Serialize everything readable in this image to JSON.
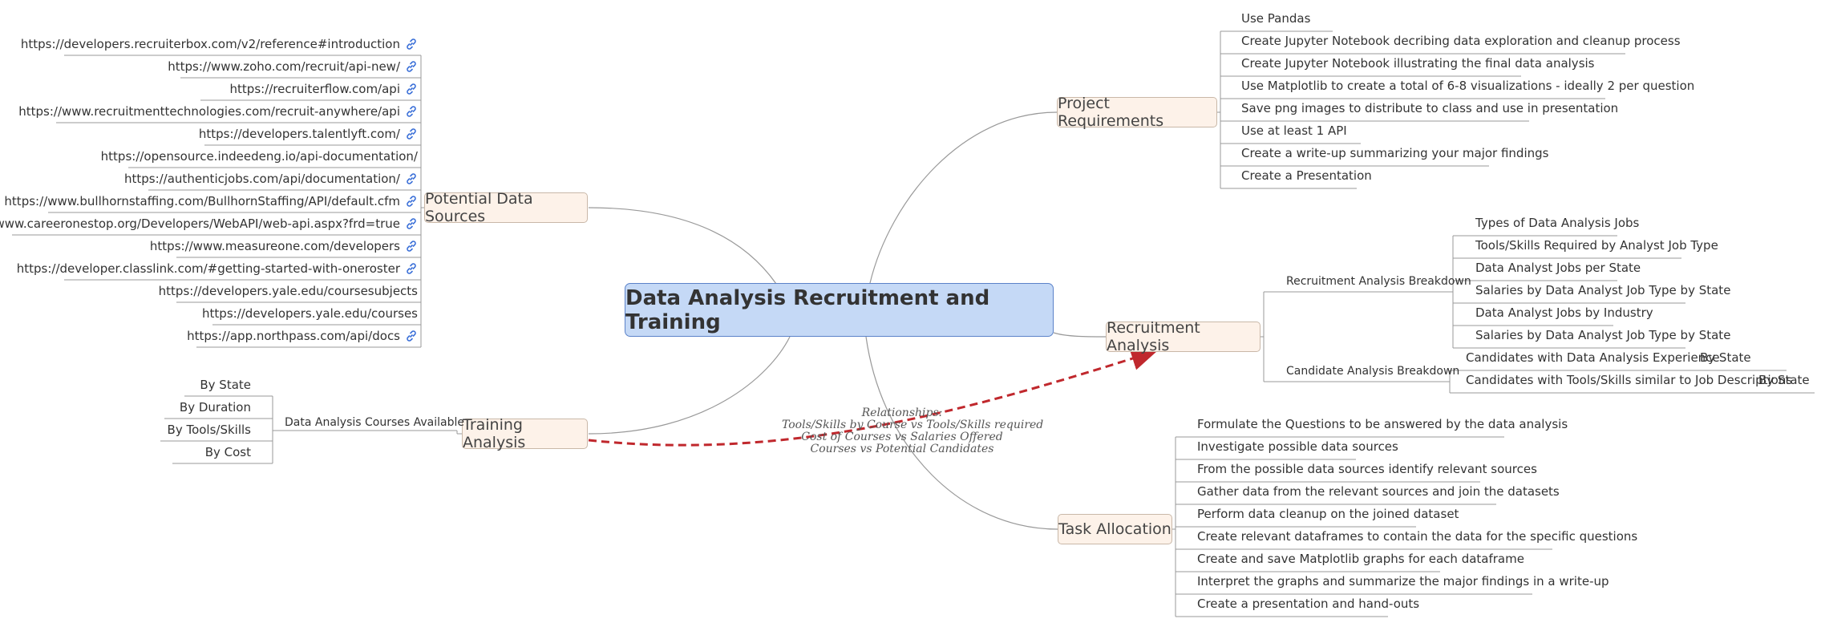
{
  "central": {
    "label": "Data Analysis Recruitment and Training"
  },
  "colors": {
    "central_fill": "#c5d9f6",
    "central_border": "#5b82c9",
    "topic_fill": "#fdf2e9",
    "topic_border": "#c9b8a8",
    "relationship": "#c0282d",
    "link": "#3a6fd8"
  },
  "potential_data_sources": {
    "label": "Potential Data Sources",
    "items": [
      {
        "text": "https://developers.recruiterbox.com/v2/reference#introduction",
        "has_link_icon": true
      },
      {
        "text": "https://www.zoho.com/recruit/api-new/",
        "has_link_icon": true
      },
      {
        "text": "https://recruiterflow.com/api",
        "has_link_icon": true
      },
      {
        "text": "https://www.recruitmenttechnologies.com/recruit-anywhere/api",
        "has_link_icon": true
      },
      {
        "text": "https://developers.talentlyft.com/",
        "has_link_icon": true
      },
      {
        "text": "https://opensource.indeedeng.io/api-documentation/",
        "has_link_icon": false
      },
      {
        "text": "https://authenticjobs.com/api/documentation/",
        "has_link_icon": true
      },
      {
        "text": "https://www.bullhornstaffing.com/BullhornStaffing/API/default.cfm",
        "has_link_icon": true
      },
      {
        "text": "https://www.careeronestop.org/Developers/WebAPI/web-api.aspx?frd=true",
        "has_link_icon": true
      },
      {
        "text": "https://www.measureone.com/developers",
        "has_link_icon": true
      },
      {
        "text": "https://developer.classlink.com/#getting-started-with-oneroster",
        "has_link_icon": true
      },
      {
        "text": "https://developers.yale.edu/coursesubjects",
        "has_link_icon": false
      },
      {
        "text": "https://developers.yale.edu/courses",
        "has_link_icon": false
      },
      {
        "text": "https://app.northpass.com/api/docs",
        "has_link_icon": true
      }
    ]
  },
  "training_analysis": {
    "label": "Training Analysis",
    "sub": "Data Analysis Courses Available",
    "items": [
      "By State",
      "By Duration",
      "By Tools/Skills",
      "By Cost"
    ]
  },
  "project_requirements": {
    "label": "Project Requirements",
    "items": [
      "Use Pandas",
      "Create Jupyter Notebook decribing data exploration and cleanup process",
      "Create Jupyter Notebook illustrating the final data analysis",
      "Use Matplotlib to create a total of 6-8 visualizations - ideally 2 per question",
      "Save png images to distribute to class and use in presentation",
      "Use at least 1 API",
      "Create a write-up summarizing your major findings",
      "Create a Presentation"
    ]
  },
  "recruitment_analysis": {
    "label": "Recruitment Analysis",
    "recruitment_breakdown": {
      "label": "Recruitment Analysis Breakdown",
      "items": [
        "Types of Data Analysis Jobs",
        "Tools/Skills Required by Analyst Job Type",
        "Data Analyst Jobs per State",
        "Salaries by Data Analyst Job Type by State",
        "Data Analyst Jobs by Industry",
        "Salaries by Data Analyst Job Type by State"
      ]
    },
    "candidate_breakdown": {
      "label": "Candidate Analysis Breakdown",
      "items": [
        {
          "text": "Candidates with Data Analysis Experience",
          "child": "By State"
        },
        {
          "text": "Candidates with Tools/Skills similar to Job Descriptions",
          "child": "By State"
        }
      ]
    }
  },
  "task_allocation": {
    "label": "Task Allocation",
    "items": [
      "Formulate the Questions to be answered by the data analysis",
      "Investigate possible data sources",
      "From the possible data sources identify relevant sources",
      "Gather data from the relevant sources and join the datasets",
      "Perform data cleanup on the joined dataset",
      "Create relevant dataframes to contain the data for the specific questions",
      "Create and save  Matplotlib graphs for each dataframe",
      "Interpret the graphs and summarize the major findings in a write-up",
      "Create a presentation and hand-outs"
    ]
  },
  "relationship": {
    "lines": [
      "Relationships:",
      "Tools/Skills by Course vs Tools/Skills required",
      "Cost of Courses vs Salaries Offered",
      "Courses vs Potential Candidates"
    ]
  }
}
